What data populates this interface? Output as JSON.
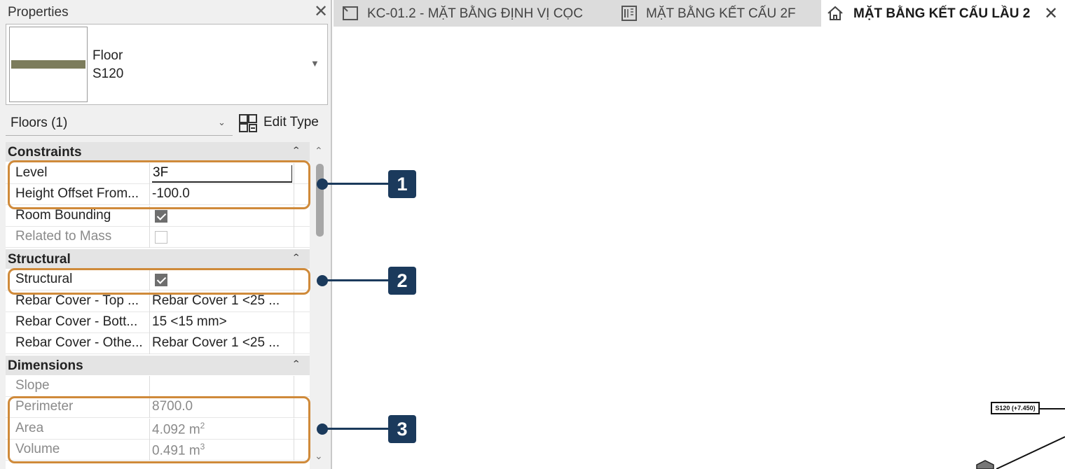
{
  "properties": {
    "title": "Properties",
    "type_family": "Floor",
    "type_name": "S120",
    "filter": "Floors (1)",
    "edit_type_label": "Edit Type",
    "swatch_color": "#7c7c5c",
    "sections": {
      "constraints": "Constraints",
      "structural": "Structural",
      "dimensions": "Dimensions"
    },
    "constraints": {
      "level": {
        "name": "Level",
        "value": "3F"
      },
      "height_offset": {
        "name": "Height Offset From...",
        "value": "-100.0"
      },
      "room_bounding": {
        "name": "Room Bounding",
        "checked": true
      },
      "related_to_mass": {
        "name": "Related to Mass",
        "checked": false
      }
    },
    "structural": {
      "structural": {
        "name": "Structural",
        "checked": true
      },
      "rebar_top": {
        "name": "Rebar Cover - Top ...",
        "value": "Rebar Cover 1 <25 ..."
      },
      "rebar_bottom": {
        "name": "Rebar Cover - Bott...",
        "value": "15 <15 mm>"
      },
      "rebar_other": {
        "name": "Rebar Cover - Othe...",
        "value": "Rebar Cover 1 <25 ..."
      }
    },
    "dimensions": {
      "slope": {
        "name": "Slope",
        "value": ""
      },
      "perimeter": {
        "name": "Perimeter",
        "value": "8700.0"
      },
      "area": {
        "name": "Area",
        "value": "4.092 m",
        "unit_exp": "2"
      },
      "volume": {
        "name": "Volume",
        "value": "0.491 m",
        "unit_exp": "3"
      }
    }
  },
  "callouts": [
    {
      "number": "1"
    },
    {
      "number": "2"
    },
    {
      "number": "3"
    }
  ],
  "tabs": [
    {
      "label": "KC-01.2 - MẶT BẰNG ĐỊNH VỊ CỌC",
      "icon": "plan-view-icon",
      "active": false
    },
    {
      "label": "MẶT BẰNG KẾT CẤU 2F",
      "icon": "sheet-icon",
      "active": false
    },
    {
      "label": "MẶT BẰNG KẾT CẤU LẦU 2",
      "icon": "home-icon",
      "active": true
    }
  ],
  "canvas": {
    "elevation_tag": "S120 (+7.450)"
  },
  "colors": {
    "highlight": "#cf8a3a",
    "callout": "#1b3a5c"
  }
}
